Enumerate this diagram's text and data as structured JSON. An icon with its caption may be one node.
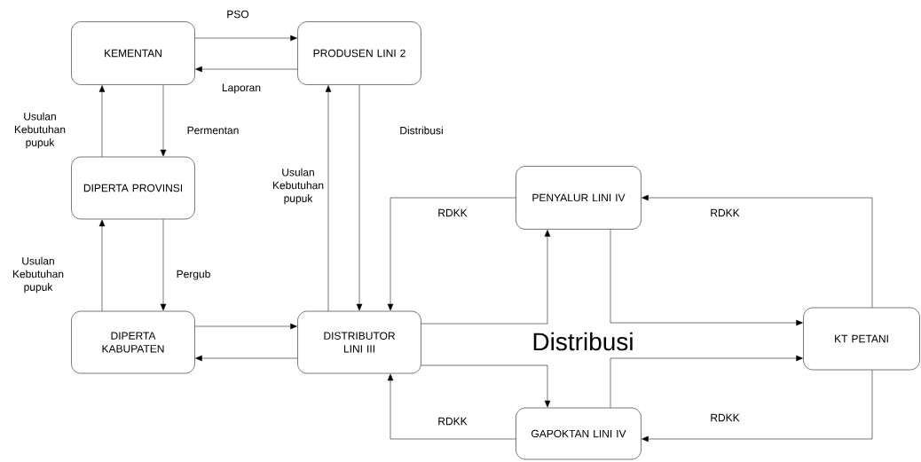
{
  "diagram": {
    "nodes": [
      {
        "text": [
          "KEMENTAN"
        ]
      },
      {
        "text": [
          "PRODUSEN LINI 2"
        ]
      },
      {
        "text": [
          "DIPERTA PROVINSI"
        ]
      },
      {
        "text": [
          "DIPERTA KABUPATEN"
        ]
      },
      {
        "text": [
          "DISTRIBUTOR LINI III"
        ]
      },
      {
        "text": [
          "PENYALUR LINI IV"
        ]
      },
      {
        "text": [
          "KT PETANI"
        ]
      },
      {
        "text": [
          "GAPOKTAN LINI IV"
        ]
      }
    ],
    "edges": [
      {
        "from": 0,
        "to": 1,
        "arrow": "to",
        "label": "PSO"
      },
      {
        "from": 1,
        "to": 0,
        "arrow": "to",
        "label": "Laporan"
      },
      {
        "from": 0,
        "to": 2,
        "arrow": "to",
        "label": "Permentan"
      },
      {
        "from": 2,
        "to": 0,
        "arrow": "to",
        "label": "Usulan Kebutuhan pupuk"
      },
      {
        "from": 2,
        "to": 3,
        "arrow": "to",
        "label": "Pergub"
      },
      {
        "from": 3,
        "to": 2,
        "arrow": "to",
        "label": "Usulan Kebutuhan pupuk"
      },
      {
        "from": 3,
        "to": 4,
        "arrow": "to"
      },
      {
        "from": 4,
        "to": 3,
        "arrow": "to"
      },
      {
        "from": 4,
        "to": 1,
        "arrow": "to",
        "label": "Usulan Kebutuhan pupuk"
      },
      {
        "from": 1,
        "to": 4,
        "arrow": "to",
        "label": "Distribusi"
      },
      {
        "from": 5,
        "to": 4,
        "arrow": "to",
        "label": "RDKK"
      },
      {
        "from": 4,
        "to": 5,
        "arrow": "to"
      },
      {
        "from": 4,
        "to": 7,
        "arrow": "to"
      },
      {
        "from": 7,
        "to": 4,
        "arrow": "to",
        "label": "RDKK"
      },
      {
        "from": 5,
        "to": 6,
        "arrow": "to"
      },
      {
        "from": 7,
        "to": 6,
        "arrow": "to"
      },
      {
        "from": 6,
        "to": 5,
        "arrow": "to",
        "label": "RDKK"
      },
      {
        "from": 6,
        "to": 7,
        "arrow": "to",
        "label": "RDKK"
      }
    ],
    "labels": [
      "Distribusi"
    ]
  }
}
